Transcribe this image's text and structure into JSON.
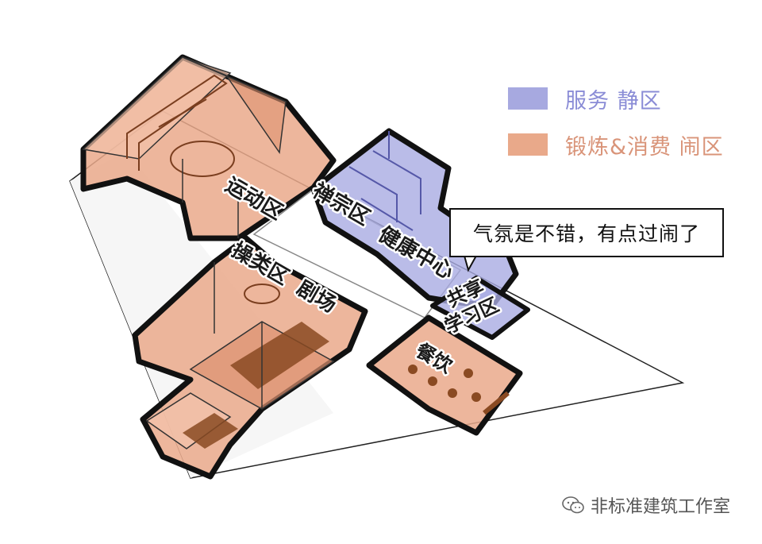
{
  "legend": [
    {
      "label": "服务 静区",
      "color": "#a7a9e0",
      "text_color": "#8a8cd6"
    },
    {
      "label": "锻炼&消费 闹区",
      "color": "#e9a98a",
      "text_color": "#d99479"
    }
  ],
  "zones": {
    "sports": "运动区",
    "zen": "禅宗区",
    "health": "健康中心",
    "gym": "操类区",
    "theater": "剧场",
    "study_line1": "共享",
    "study_line2": "学习区",
    "dining": "餐饮"
  },
  "callout": "气氛是不错，有点过闹了",
  "watermark": "非标准建筑工作室",
  "colors": {
    "noisy": "#e9a98a",
    "quiet": "#a7a9e0",
    "outline": "#111111",
    "stair": "#8a4a22"
  }
}
